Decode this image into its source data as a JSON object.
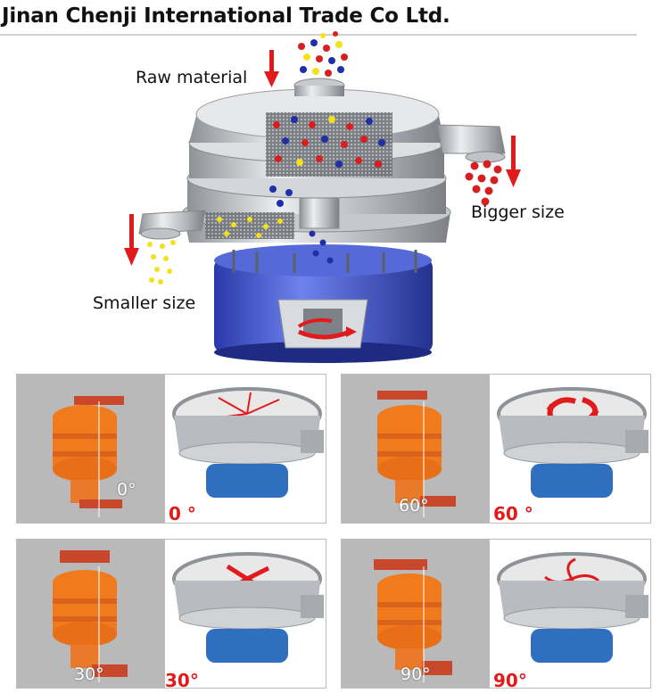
{
  "header": {
    "title": "Jinan Chenji International Trade Co Ltd."
  },
  "diagram": {
    "labels": {
      "raw_material": "Raw material",
      "bigger_size": "Bigger size",
      "smaller_size": "Smaller size"
    }
  },
  "panels": [
    {
      "id": "0",
      "motor_angle": "0°",
      "caption": "0 °"
    },
    {
      "id": "60",
      "motor_angle": "60°",
      "caption": "60 °"
    },
    {
      "id": "30",
      "motor_angle": "30°",
      "caption": "30°"
    },
    {
      "id": "90",
      "motor_angle": "90°",
      "caption": "90°"
    }
  ],
  "colors": {
    "arrow_red": "#e11b1b",
    "base_blue": "#3b52c9",
    "motor_orange": "#f07a1c",
    "steel": "#c9ccd0",
    "particle_red": "#d42020",
    "particle_blue": "#1f2fa8",
    "particle_yellow": "#f2e11c"
  }
}
